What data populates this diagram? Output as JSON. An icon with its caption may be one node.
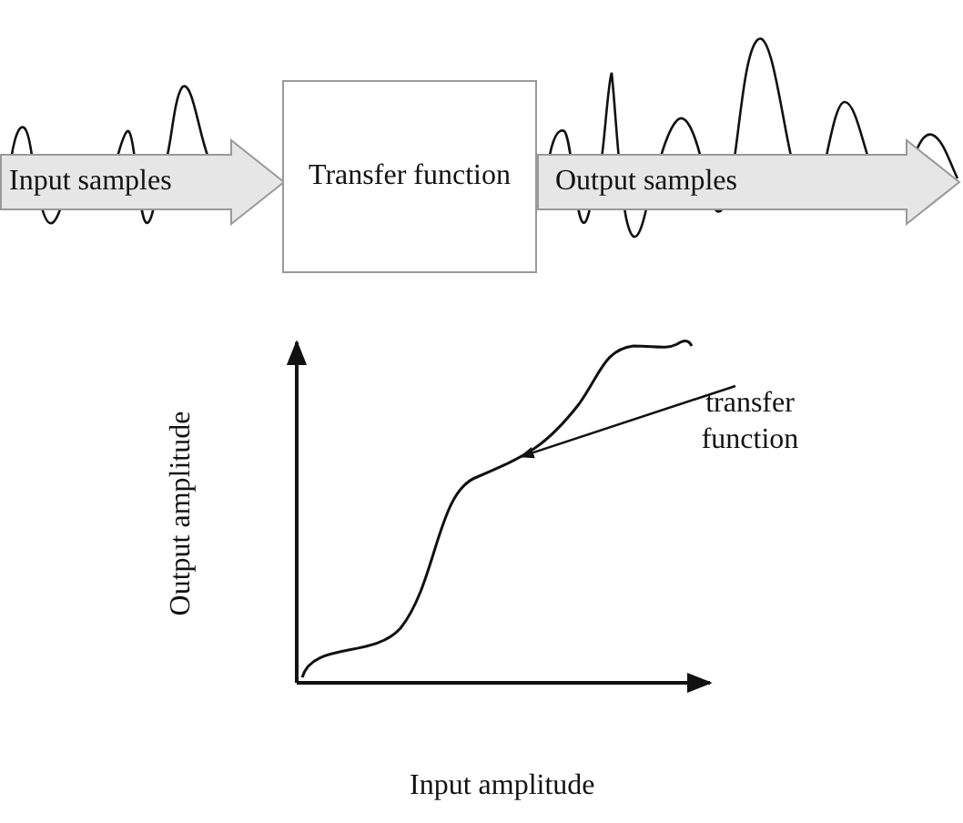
{
  "diagram": {
    "nodes": [
      {
        "text": [
          "Input samples"
        ]
      },
      {
        "text": [
          "Transfer function"
        ]
      },
      {
        "text": [
          "Output samples"
        ]
      },
      {
        "text": [
          "transfer function"
        ]
      },
      {
        "text": [],
        "shape": "curve"
      }
    ],
    "edges": [
      {
        "from": 3,
        "to": 4,
        "arrow": "to"
      }
    ],
    "labels": [
      "Output amplitude",
      "Input amplitude"
    ]
  }
}
